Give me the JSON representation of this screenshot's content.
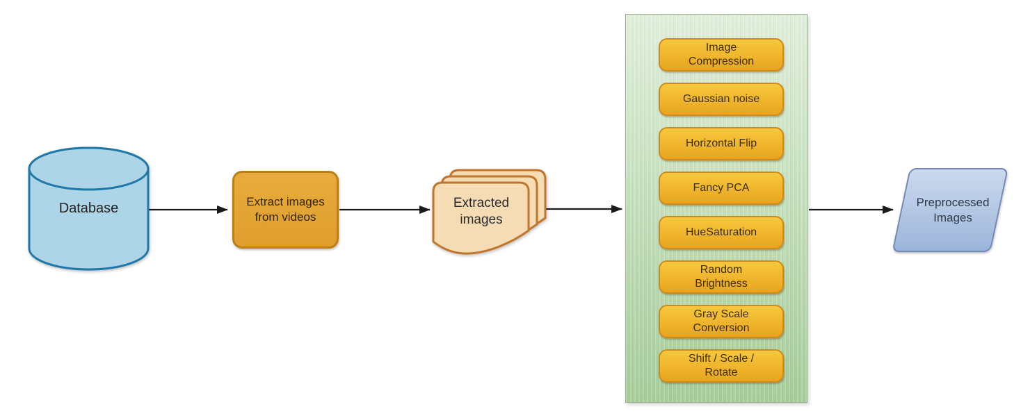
{
  "nodes": {
    "database": {
      "label": "Database"
    },
    "extract": {
      "label": "Extract images from videos"
    },
    "extracted": {
      "label": "Extracted images"
    },
    "preprocessed": {
      "label": "Preprocessed Images"
    }
  },
  "augmentations": [
    "Image Compression",
    "Gaussian noise",
    "Horizontal Flip",
    "Fancy PCA",
    "HueSaturation",
    "Random Brightness",
    "Gray Scale Conversion",
    "Shift / Scale / Rotate"
  ],
  "colors": {
    "database_fill": "#aed5e7",
    "database_border": "#1e78a8",
    "process_fill": "#e2a233",
    "process_border": "#c07c15",
    "document_fill": "#f6dcb4",
    "document_border": "#c0762c",
    "panel_green_top": "#e0eedb",
    "panel_green_bottom": "#a4cb98",
    "button_fill_top": "#f6c73e",
    "button_fill_bottom": "#e9a41f",
    "button_border": "#d18a18",
    "parallelogram_fill_top": "#ccdaee",
    "parallelogram_fill_bottom": "#9cb5da",
    "parallelogram_border": "#7187b6",
    "arrow": "#1a1a1a"
  }
}
